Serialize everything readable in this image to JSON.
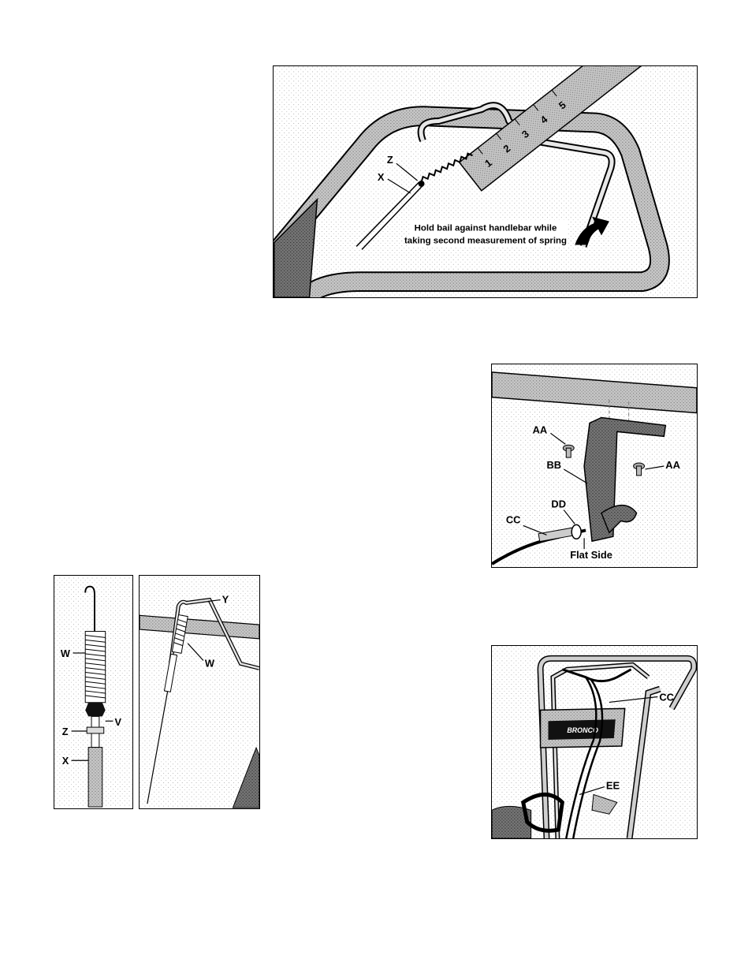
{
  "figures": {
    "fig1": {
      "callouts": {
        "z": "Z",
        "x": "X"
      },
      "ruler_marks": [
        "1",
        "2",
        "3",
        "4",
        "5"
      ],
      "note_line1": "Hold bail against handlebar while",
      "note_line2": "taking second measurement of spring"
    },
    "fig2": {
      "callouts": {
        "aa_left": "AA",
        "aa_right": "AA",
        "bb": "BB",
        "dd": "DD",
        "cc": "CC",
        "flat_side": "Flat Side"
      }
    },
    "fig3": {
      "callouts": {
        "w": "W",
        "v": "V",
        "z": "Z",
        "x": "X"
      }
    },
    "fig4": {
      "callouts": {
        "y": "Y",
        "w": "W"
      }
    },
    "fig5": {
      "callouts": {
        "cc": "CC",
        "ee": "EE"
      },
      "brand_label": "BRONCO"
    }
  }
}
